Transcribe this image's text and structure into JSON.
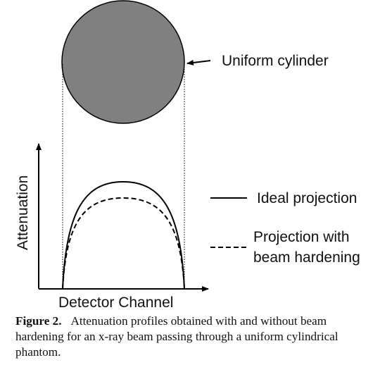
{
  "labels": {
    "cylinder": "Uniform cylinder",
    "y_axis": "Attenuation",
    "x_axis": "Detector Channel",
    "legend_ideal": "Ideal projection",
    "legend_hardening_line1": "Projection with",
    "legend_hardening_line2": "beam hardening"
  },
  "caption": {
    "figure_label": "Figure 2.",
    "text": "Attenuation profiles obtained with and without beam hardening for an x-ray beam passing through a uniform cylindrical phantom."
  },
  "colors": {
    "cylinder_fill": "#808080",
    "line": "#000000",
    "background": "#ffffff"
  }
}
